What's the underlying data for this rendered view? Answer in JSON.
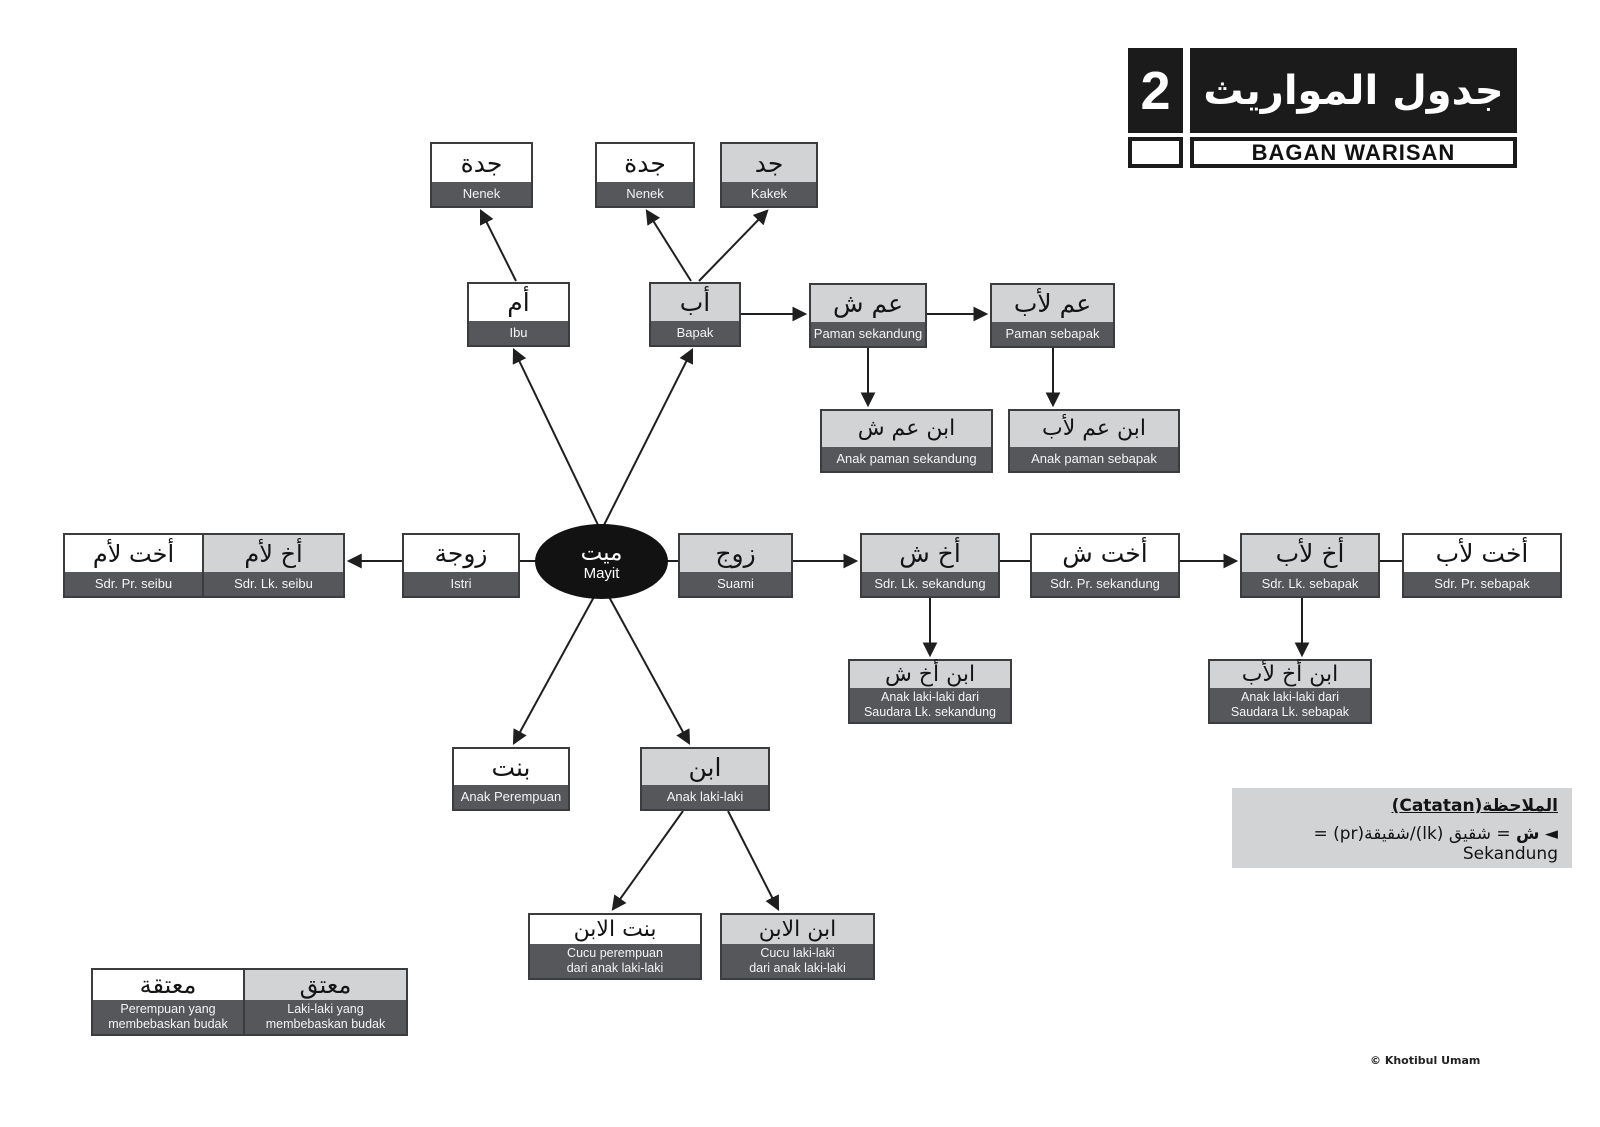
{
  "header": {
    "number": "2",
    "title_ar": "جدول المواريث",
    "title_id": "BAGAN WARISAN"
  },
  "center": {
    "ar": "ميت",
    "label": "Mayit"
  },
  "nodes": {
    "nenek1": {
      "ar": "جدة",
      "label": "Nenek"
    },
    "nenek2": {
      "ar": "جدة",
      "label": "Nenek"
    },
    "kakek": {
      "ar": "جد",
      "label": "Kakek"
    },
    "ibu": {
      "ar": "أم",
      "label": "Ibu"
    },
    "bapak": {
      "ar": "أب",
      "label": "Bapak"
    },
    "paman_sekandung": {
      "ar": "عم ش",
      "label": "Paman sekandung"
    },
    "paman_sebapak": {
      "ar": "عم لأب",
      "label": "Paman sebapak"
    },
    "anak_paman_sekandung": {
      "ar": "ابن عم ش",
      "label": "Anak paman sekandung"
    },
    "anak_paman_sebapak": {
      "ar": "ابن عم لأب",
      "label": "Anak paman sebapak"
    },
    "sdr_pr_seibu": {
      "ar": "أخت لأم",
      "label": "Sdr. Pr. seibu"
    },
    "sdr_lk_seibu": {
      "ar": "أخ لأم",
      "label": "Sdr. Lk. seibu"
    },
    "istri": {
      "ar": "زوجة",
      "label": "Istri"
    },
    "suami": {
      "ar": "زوج",
      "label": "Suami"
    },
    "sdr_lk_sekandung": {
      "ar": "أخ ش",
      "label": "Sdr. Lk. sekandung"
    },
    "sdr_pr_sekandung": {
      "ar": "أخت ش",
      "label": "Sdr. Pr. sekandung"
    },
    "sdr_lk_sebapak": {
      "ar": "أخ لأب",
      "label": "Sdr. Lk. sebapak"
    },
    "sdr_pr_sebapak": {
      "ar": "أخت لأب",
      "label": "Sdr. Pr. sebapak"
    },
    "anak_sdr_lk_sekandung": {
      "ar": "ابن أخ ش",
      "l1": "Anak laki-laki dari",
      "l2": "Saudara  Lk. sekandung"
    },
    "anak_sdr_lk_sebapak": {
      "ar": "ابن أخ لأب",
      "l1": "Anak laki-laki dari",
      "l2": "Saudara Lk. sebapak"
    },
    "anak_perempuan": {
      "ar": "بنت",
      "label": "Anak Perempuan"
    },
    "anak_laki": {
      "ar": "ابن",
      "label": "Anak laki-laki"
    },
    "cucu_perempuan": {
      "ar": "بنت الابن",
      "l1": "Cucu perempuan",
      "l2": "dari anak laki-laki"
    },
    "cucu_laki": {
      "ar": "ابن الابن",
      "l1": "Cucu laki-laki",
      "l2": "dari anak laki-laki"
    },
    "mutiqah": {
      "ar": "معتقة",
      "l1": "Perempuan yang",
      "l2": "membebaskan budak"
    },
    "mutiq": {
      "ar": "معتق",
      "l1": "Laki-laki yang",
      "l2": "membebaskan budak"
    }
  },
  "note": {
    "title": "الملاحظة(Catatan)",
    "marker": "◄",
    "term": "ش",
    "rest": " = شقيق (lk)/شقيقة(pr) = Sekandung"
  },
  "footer": {
    "copyright": "© Khotibul Umam"
  },
  "colors": {
    "band_dark": "#55575a",
    "cell_gray": "#d2d3d5",
    "ellipse_black": "#121212",
    "title_black": "#1b1b1b"
  }
}
